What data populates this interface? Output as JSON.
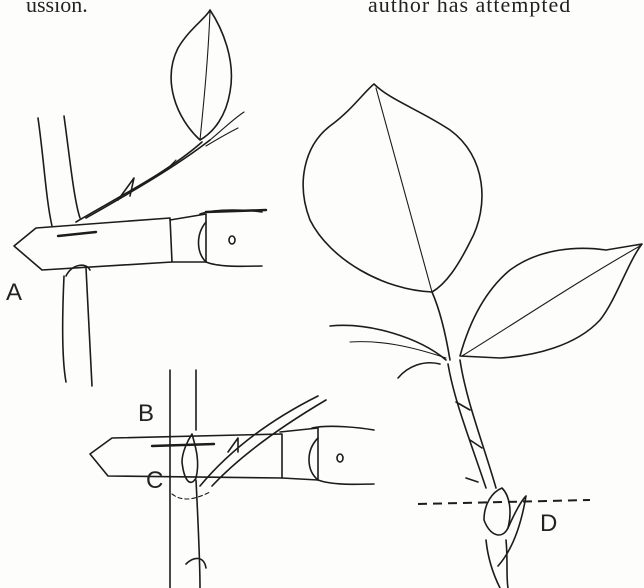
{
  "text_fragments": {
    "left": "ussion.",
    "right": "author has attempted"
  },
  "figure_labels": {
    "a": "A",
    "b": "B",
    "c": "C",
    "d": "D"
  },
  "ink_color": "#1c1c1c",
  "paper_color": "#fdfdfb"
}
